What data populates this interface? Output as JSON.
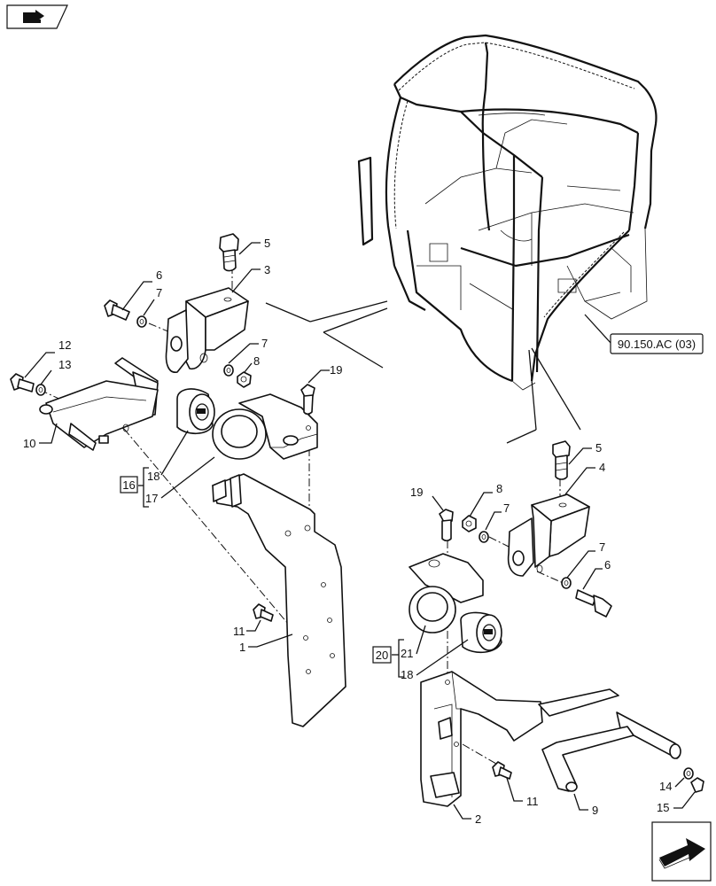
{
  "corner_icon": "document-arrow-icon",
  "reference": {
    "label": "90.150.AC (03)"
  },
  "callouts": {
    "c1": "1",
    "c2": "2",
    "c3": "3",
    "c4": "4",
    "c5a": "5",
    "c5b": "5",
    "c6a": "6",
    "c6b": "6",
    "c7a": "7",
    "c7b": "7",
    "c7c": "7",
    "c7d": "7",
    "c8a": "8",
    "c8b": "8",
    "c9": "9",
    "c10": "10",
    "c11a": "11",
    "c11b": "11",
    "c12": "12",
    "c13": "13",
    "c14": "14",
    "c15": "15",
    "c17": "17",
    "c18a": "18",
    "c18b": "18",
    "c19a": "19",
    "c19b": "19",
    "c21": "21"
  },
  "assemblies": {
    "a16": "16",
    "a20": "20"
  },
  "nav_icon": "next-page-arrow-icon"
}
